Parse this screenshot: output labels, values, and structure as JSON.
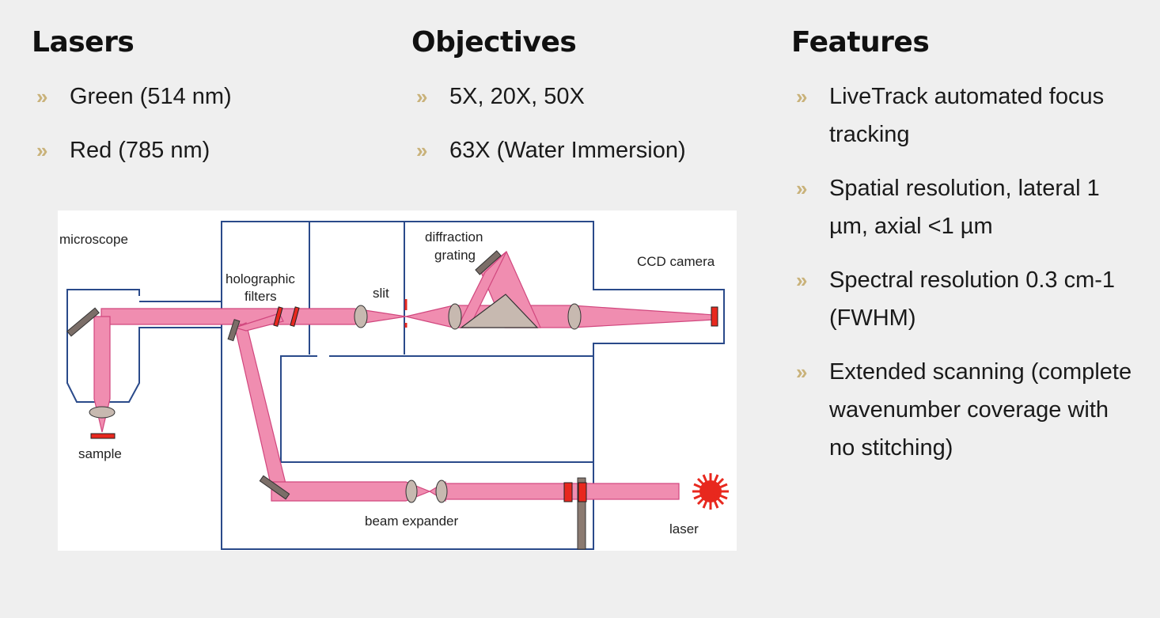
{
  "columns": [
    {
      "title": "Lasers",
      "items": [
        "Green (514 nm)",
        "Red (785 nm)"
      ]
    },
    {
      "title": "Objectives",
      "items": [
        "5X, 20X, 50X",
        "63X (Water Immersion)"
      ]
    },
    {
      "title": "Features",
      "items": [
        "LiveTrack automated focus tracking",
        "Spatial resolution, lateral 1 µm, axial <1 µm",
        "Spectral resolution 0.3 cm-1 (FWHM)",
        "Extended scanning (complete wavenumber coverage with no stitching)"
      ]
    }
  ],
  "bullet_glyph": "»",
  "colors": {
    "accent_bullet": "#c9b27a",
    "beam": "#f08db0",
    "beam_edge": "#d1477e",
    "optics_red": "#e8281e",
    "lens_gray": "#c7b9b0"
  },
  "diagram": {
    "labels": {
      "microscope": "microscope",
      "sample": "sample",
      "holographic": "holographic",
      "filters": "filters",
      "slit": "slit",
      "diffraction": "diffraction",
      "grating": "grating",
      "ccd_camera": "CCD camera",
      "beam_expander": "beam expander",
      "laser": "laser"
    }
  }
}
